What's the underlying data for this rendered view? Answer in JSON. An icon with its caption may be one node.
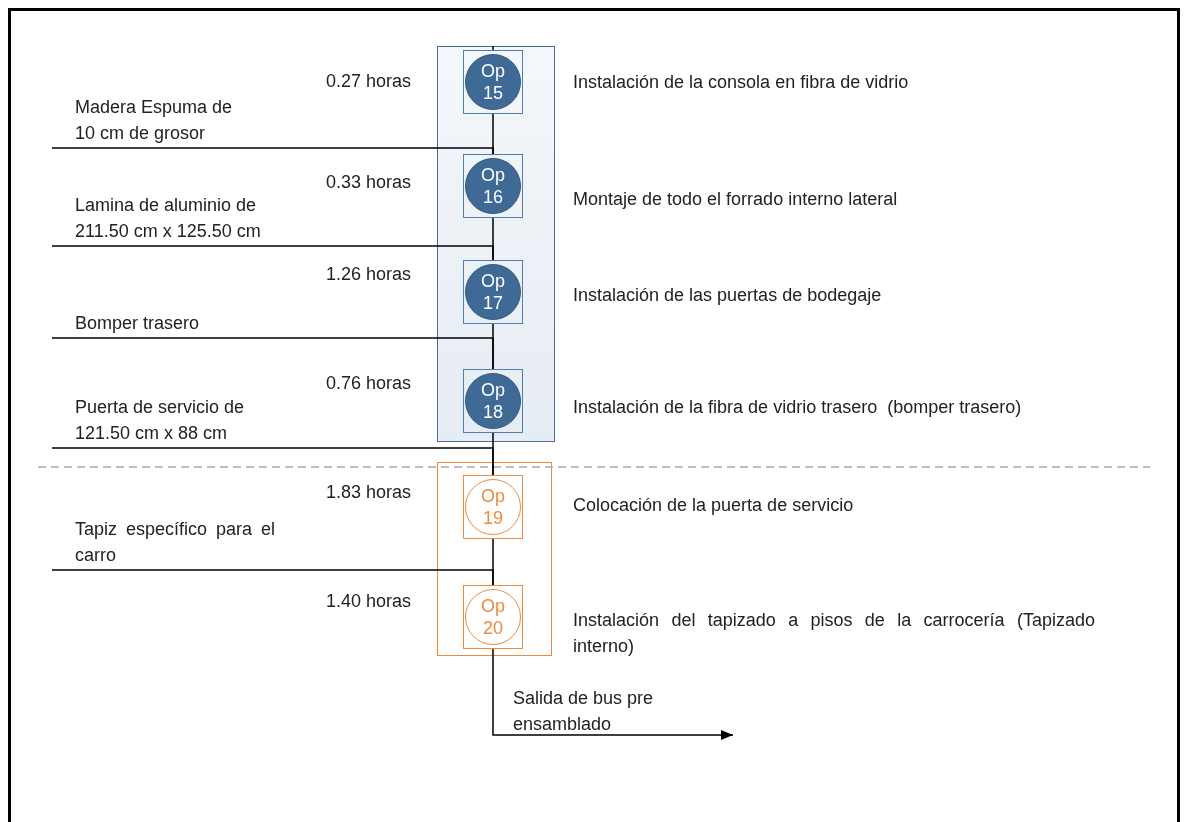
{
  "diagram": {
    "nodes": [
      {
        "text": [],
        "shape": "box"
      },
      {
        "text": [
          "Op 15"
        ],
        "in": 0,
        "beside": [
          "Instalación de la consola en fibra de vidrio"
        ]
      },
      {
        "text": [
          "Madera Espuma de 10 cm de grosor"
        ]
      },
      {
        "text": [
          "Op 16"
        ],
        "in": 0,
        "beside": [
          "Montaje de todo el forrado interno lateral"
        ]
      },
      {
        "text": [
          "Lamina de aluminio de 211.50 cm x 125.50 cm"
        ]
      },
      {
        "text": [
          "Op 17"
        ],
        "in": 0,
        "beside": [
          "Instalación de las puertas de bodegaje"
        ]
      },
      {
        "text": [
          "Bomper trasero"
        ]
      },
      {
        "text": [
          "Op 18"
        ],
        "in": 0,
        "beside": [
          "Instalación de la fibra de vidrio trasero  (bomper trasero)"
        ]
      },
      {
        "text": [
          "Puerta de servicio de 121.50 cm x 88 cm"
        ]
      },
      {
        "text": [],
        "shape": "box"
      },
      {
        "text": [
          "Op 19"
        ],
        "in": 9,
        "beside": [
          "Colocación de la puerta de servicio"
        ]
      },
      {
        "text": [
          "Tapiz específico para el carro"
        ]
      },
      {
        "text": [
          "Op 20"
        ],
        "in": 9,
        "beside": [
          "Instalación del tapizado a pisos de la carrocería (Tapizado interno)"
        ]
      },
      {
        "text": [
          "Salida de bus pre ensamblado"
        ]
      }
    ],
    "edges": [
      {
        "from": null,
        "to": 1,
        "arrow": "none"
      },
      {
        "from": 1,
        "to": 3,
        "arrow": "none"
      },
      {
        "from": 2,
        "to": 3,
        "arrow": "none"
      },
      {
        "from": 3,
        "to": 5,
        "arrow": "none"
      },
      {
        "from": 4,
        "to": 5,
        "arrow": "none"
      },
      {
        "from": 5,
        "to": 7,
        "arrow": "none"
      },
      {
        "from": 6,
        "to": 7,
        "arrow": "none"
      },
      {
        "from": 7,
        "to": 10,
        "arrow": "none"
      },
      {
        "from": 8,
        "to": 10,
        "arrow": "none"
      },
      {
        "from": 10,
        "to": 12,
        "arrow": "none"
      },
      {
        "from": 11,
        "to": 12,
        "arrow": "none"
      },
      {
        "from": 12,
        "to": 13,
        "arrow": "to"
      }
    ],
    "labels": [
      "0.27 horas",
      "0.33 horas",
      "1.26 horas",
      "0.76 horas",
      "1.83 horas",
      "1.40 horas"
    ]
  }
}
